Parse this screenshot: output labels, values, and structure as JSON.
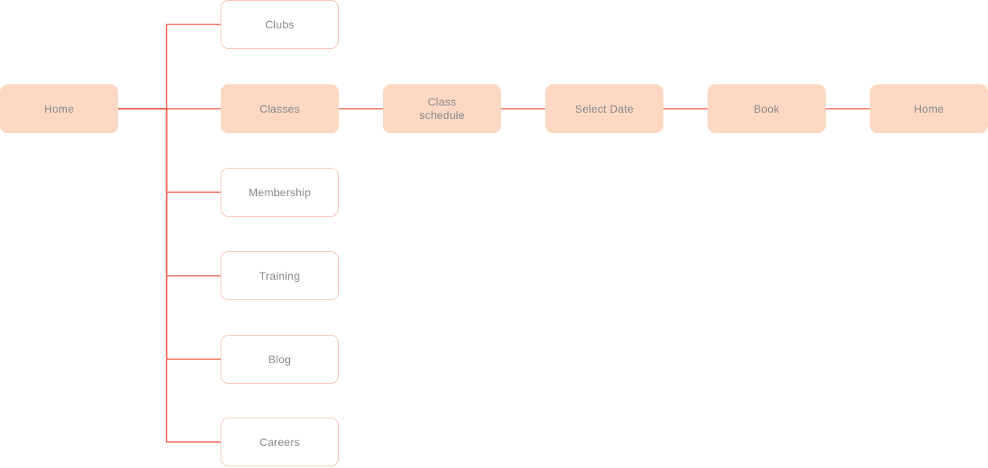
{
  "diagram": {
    "kind": "user-flow-chart",
    "colors": {
      "background": "#FFFFFF",
      "node_fill": "#FCD8C2",
      "node_outline_border": "#F9C3B6",
      "connector": "#F4604C",
      "text": "#88888D"
    },
    "nodes": [
      {
        "id": "home",
        "label": "Home",
        "variant": "filled",
        "col": 0,
        "row": 1
      },
      {
        "id": "clubs",
        "label": "Clubs",
        "variant": "outline",
        "col": 1,
        "row": 0
      },
      {
        "id": "classes",
        "label": "Classes",
        "variant": "filled",
        "col": 1,
        "row": 1
      },
      {
        "id": "membership",
        "label": "Membership",
        "variant": "outline",
        "col": 1,
        "row": 2
      },
      {
        "id": "training",
        "label": "Training",
        "variant": "outline",
        "col": 1,
        "row": 3
      },
      {
        "id": "blog",
        "label": "Blog",
        "variant": "outline",
        "col": 1,
        "row": 4
      },
      {
        "id": "careers",
        "label": "Careers",
        "variant": "outline",
        "col": 1,
        "row": 5
      },
      {
        "id": "class-schedule",
        "label": "Class\nschedule",
        "variant": "filled",
        "col": 2,
        "row": 1
      },
      {
        "id": "select-date",
        "label": "Select Date",
        "variant": "filled",
        "col": 3,
        "row": 1
      },
      {
        "id": "book",
        "label": "Book",
        "variant": "filled",
        "col": 4,
        "row": 1
      },
      {
        "id": "home-end",
        "label": "Home",
        "variant": "filled",
        "col": 5,
        "row": 1
      }
    ],
    "edges": [
      {
        "from": "home",
        "to": "clubs"
      },
      {
        "from": "home",
        "to": "classes"
      },
      {
        "from": "home",
        "to": "membership"
      },
      {
        "from": "home",
        "to": "training"
      },
      {
        "from": "home",
        "to": "blog"
      },
      {
        "from": "home",
        "to": "careers"
      },
      {
        "from": "classes",
        "to": "class-schedule"
      },
      {
        "from": "class-schedule",
        "to": "select-date"
      },
      {
        "from": "select-date",
        "to": "book"
      },
      {
        "from": "book",
        "to": "home-end"
      }
    ]
  }
}
